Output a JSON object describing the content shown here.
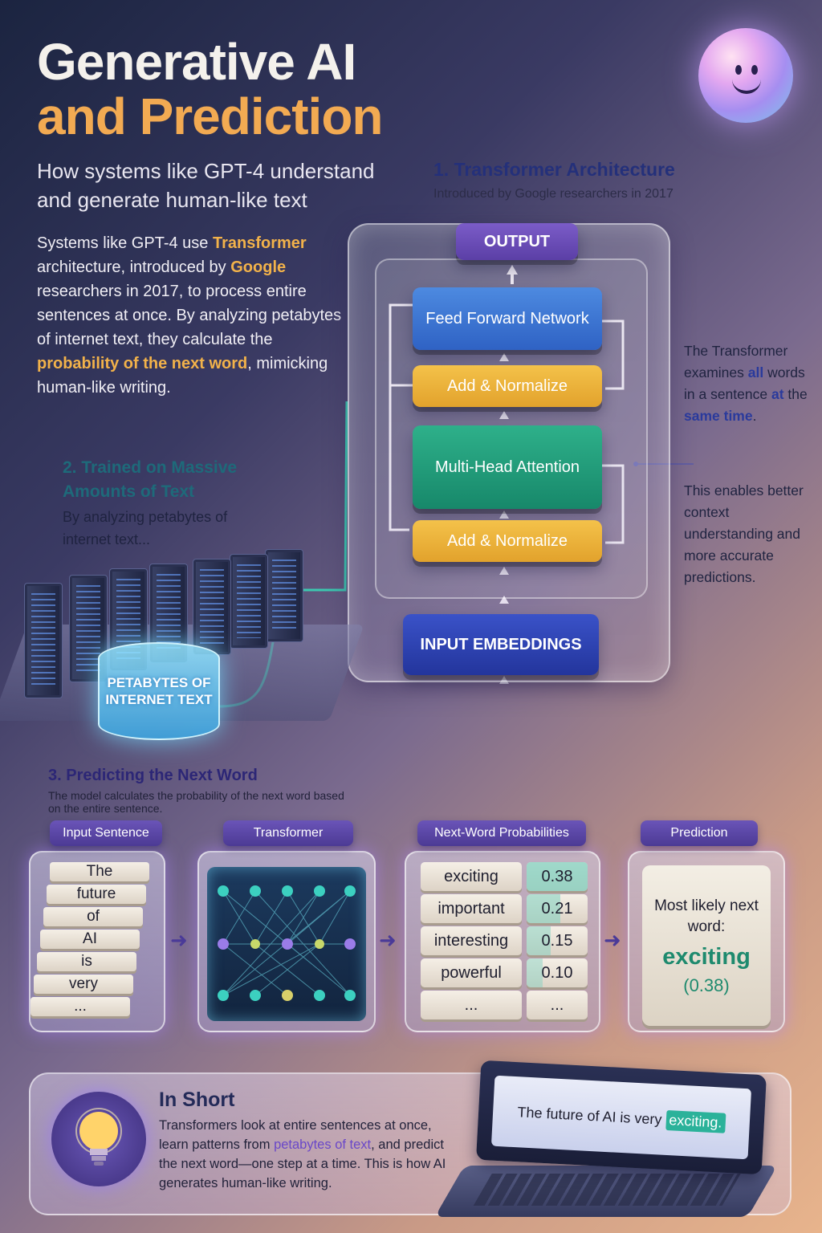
{
  "header": {
    "title_line1": "Generative AI",
    "title_line2": "and Prediction",
    "subtitle": "How systems like GPT-4 understand and generate human-like text",
    "intro": {
      "t1": "Systems like GPT-4 use ",
      "h1": "Transformer",
      "t2": " architecture, introduced by ",
      "h2": "Google",
      "t3": " researchers in 2017, to process entire sentences at once. By analyzing petabytes of internet text, they calculate the ",
      "h3": "probability of the next word",
      "t4": ", mimicking human-like writing."
    }
  },
  "section1": {
    "title": "1. Transformer Architecture",
    "subtitle": "Introduced by Google researchers in 2017",
    "blocks": {
      "output": "OUTPUT",
      "ffn": "Feed Forward Network",
      "add_norm_top": "Add & Normalize",
      "mha": "Multi-Head Attention",
      "add_norm_bottom": "Add & Normalize",
      "input": "INPUT EMBEDDINGS"
    },
    "note1": {
      "t1": "The Transformer examines ",
      "h1": "all",
      "t2": " words in a sentence ",
      "h2": "at",
      "t3": " the ",
      "h3": "same time",
      "t4": "."
    },
    "note2": "This enables better context understanding and more accurate predictions."
  },
  "section2": {
    "title": "2. Trained on Massive Amounts of Text",
    "subtitle": "By analyzing petabytes of internet text...",
    "datastore_label": "PETABYTES OF INTERNET TEXT"
  },
  "section3": {
    "title": "3. Predicting the Next Word",
    "subtitle": "The model calculates the probability of the next word based on the entire sentence.",
    "labels": {
      "input": "Input Sentence",
      "transformer": "Transformer",
      "probs": "Next-Word Probabilities",
      "prediction": "Prediction"
    },
    "input_words": [
      "The",
      "future",
      "of",
      "AI",
      "is",
      "very",
      "..."
    ],
    "probabilities": [
      {
        "word": "exciting",
        "value": "0.38",
        "p": 0.38
      },
      {
        "word": "important",
        "value": "0.21",
        "p": 0.21
      },
      {
        "word": "interesting",
        "value": "0.15",
        "p": 0.15
      },
      {
        "word": "powerful",
        "value": "0.10",
        "p": 0.1
      },
      {
        "word": "...",
        "value": "...",
        "p": 0
      }
    ],
    "prediction": {
      "label": "Most likely next word:",
      "word": "exciting",
      "value": "(0.38)"
    }
  },
  "in_short": {
    "title": "In Short",
    "t1": "Transformers look at entire sentences at once, learn patterns from ",
    "h1": "petabytes of text",
    "t2": ", and predict the next word—one step at a time. This is how AI generates human-like writing.",
    "screen_text": "The future of AI is very",
    "screen_highlight": "exciting."
  },
  "colors": {
    "accent_orange": "#f2aa52",
    "accent_green": "#1e8a6e",
    "accent_purple": "#5b3fa6"
  }
}
